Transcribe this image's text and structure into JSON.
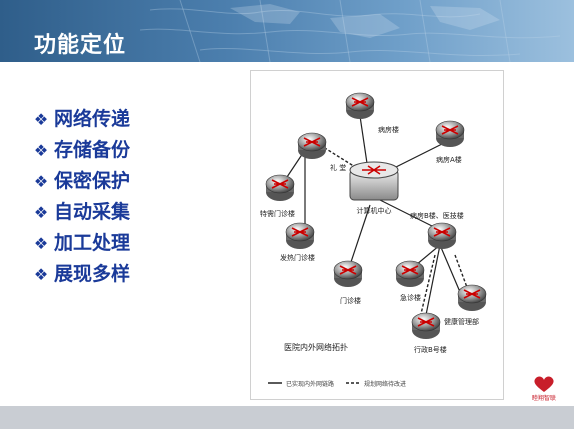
{
  "header": {
    "title": "功能定位"
  },
  "menu": {
    "bullet": "❖",
    "items": [
      "网络传递",
      "存储备份",
      "保密保护",
      "自动采集",
      "加工处理",
      "展现多样"
    ]
  },
  "diagram": {
    "nodes": {
      "ward": "病房楼",
      "wardA": "病房A楼",
      "auditorium": "礼  堂",
      "datacenter": "计算机中心",
      "wardB": "病房B楼、医技楼",
      "specialClinic": "特需门诊楼",
      "feverClinic": "发热门诊楼",
      "outpatient": "门诊楼",
      "emergency": "急诊楼",
      "healthMgmt": "健康管理部",
      "admin": "行政B号楼"
    },
    "caption": "医院内外网络拓扑",
    "legend": [
      "已实现内外网链路",
      "规划网络待改进"
    ]
  },
  "logo": {
    "text": "睦翔智联"
  },
  "colors": {
    "title": "#ffffff",
    "menu_text": "#1a3a99",
    "header": "#3d6f9e",
    "footer": "#c9cdd3"
  }
}
